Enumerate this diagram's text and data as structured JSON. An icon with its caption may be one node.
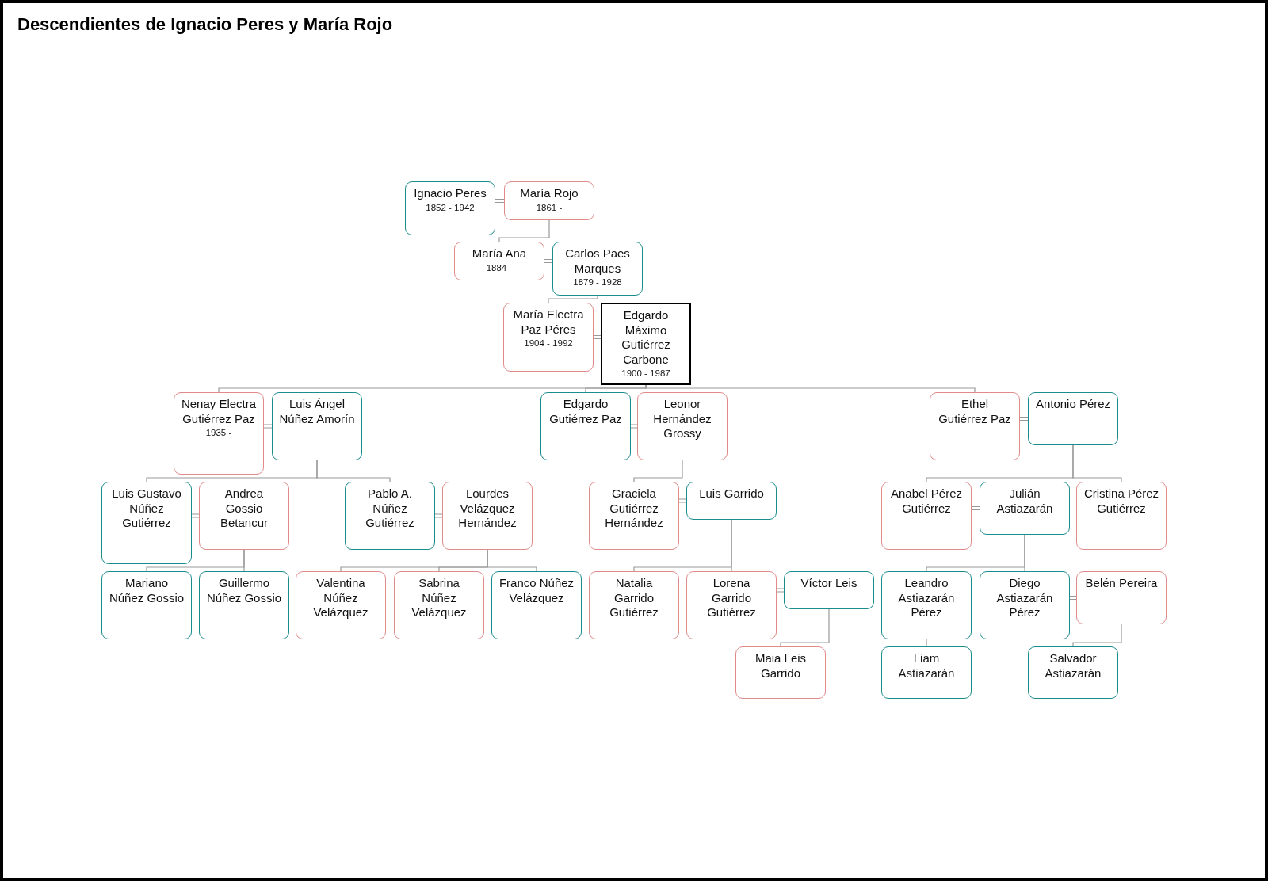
{
  "diagram": {
    "title": "Descendientes de Ignacio Peres y María Rojo",
    "nodes": [
      {
        "text": [
          "Ignacio Peres",
          "1852 - 1942"
        ]
      },
      {
        "text": [
          "María Rojo",
          "1861 -"
        ]
      },
      {
        "text": [
          "María Ana",
          "1884 -"
        ]
      },
      {
        "text": [
          "Carlos Paes Marques",
          "1879 - 1928"
        ]
      },
      {
        "text": [
          "María Electra Paz Péres",
          "1904 - 1992"
        ]
      },
      {
        "text": [
          "Edgardo Máximo Gutiérrez Carbone",
          "1900 - 1987"
        ]
      },
      {
        "text": [
          "Nenay Electra Gutiérrez Paz",
          "1935 -"
        ]
      },
      {
        "text": [
          "Luis Ángel Núñez Amorín"
        ]
      },
      {
        "text": [
          "Edgardo Gutiérrez Paz"
        ]
      },
      {
        "text": [
          "Leonor Hernández Grossy"
        ]
      },
      {
        "text": [
          "Ethel Gutiérrez Paz"
        ]
      },
      {
        "text": [
          "Antonio Pérez"
        ]
      },
      {
        "text": [
          "Luis Gustavo Núñez Gutiérrez"
        ]
      },
      {
        "text": [
          "Andrea Gossio Betancur"
        ]
      },
      {
        "text": [
          "Pablo A. Núñez Gutiérrez"
        ]
      },
      {
        "text": [
          "Lourdes Velázquez Hernández"
        ]
      },
      {
        "text": [
          "Graciela Gutiérrez Hernández"
        ]
      },
      {
        "text": [
          "Luis Garrido"
        ]
      },
      {
        "text": [
          "Anabel Pérez Gutiérrez"
        ]
      },
      {
        "text": [
          "Julián Astiazarán"
        ]
      },
      {
        "text": [
          "Cristina Pérez Gutiérrez"
        ]
      },
      {
        "text": [
          "Mariano Núñez Gossio"
        ]
      },
      {
        "text": [
          "Guillermo Núñez Gossio"
        ]
      },
      {
        "text": [
          "Valentina Núñez Velázquez"
        ]
      },
      {
        "text": [
          "Sabrina Núñez Velázquez"
        ]
      },
      {
        "text": [
          "Franco Núñez Velázquez"
        ]
      },
      {
        "text": [
          "Natalia Garrido Gutiérrez"
        ]
      },
      {
        "text": [
          "Lorena Garrido Gutiérrez"
        ]
      },
      {
        "text": [
          "Víctor Leis"
        ]
      },
      {
        "text": [
          "Leandro Astiazarán Pérez"
        ]
      },
      {
        "text": [
          "Diego Astiazarán Pérez"
        ]
      },
      {
        "text": [
          "Belén Pereira"
        ]
      },
      {
        "text": [
          "Maia Leis Garrido"
        ]
      },
      {
        "text": [
          "Liam Astiazarán"
        ]
      },
      {
        "text": [
          "Salvador Astiazarán"
        ]
      }
    ],
    "edges": [
      {
        "from": 0,
        "to": 1,
        "arrow": "none"
      },
      {
        "from": 2,
        "to": 3,
        "arrow": "none"
      },
      {
        "from": 4,
        "to": 5,
        "arrow": "none"
      },
      {
        "from": 6,
        "to": 7,
        "arrow": "none"
      },
      {
        "from": 8,
        "to": 9,
        "arrow": "none"
      },
      {
        "from": 10,
        "to": 11,
        "arrow": "none"
      },
      {
        "from": 12,
        "to": 13,
        "arrow": "none"
      },
      {
        "from": 14,
        "to": 15,
        "arrow": "none"
      },
      {
        "from": 16,
        "to": 17,
        "arrow": "none"
      },
      {
        "from": 18,
        "to": 19,
        "arrow": "none"
      },
      {
        "from": 27,
        "to": 28,
        "arrow": "none"
      },
      {
        "from": 30,
        "to": 31,
        "arrow": "none"
      },
      {
        "from": 1,
        "to": 2,
        "arrow": "none"
      },
      {
        "from": 3,
        "to": 4,
        "arrow": "none"
      },
      {
        "from": 5,
        "to": 6,
        "arrow": "none"
      },
      {
        "from": 5,
        "to": 8,
        "arrow": "none"
      },
      {
        "from": 5,
        "to": 10,
        "arrow": "none"
      },
      {
        "from": 7,
        "to": 12,
        "arrow": "none"
      },
      {
        "from": 7,
        "to": 14,
        "arrow": "none"
      },
      {
        "from": 9,
        "to": 16,
        "arrow": "none"
      },
      {
        "from": 11,
        "to": 18,
        "arrow": "none"
      },
      {
        "from": 11,
        "to": 20,
        "arrow": "none"
      },
      {
        "from": 13,
        "to": 21,
        "arrow": "none"
      },
      {
        "from": 13,
        "to": 22,
        "arrow": "none"
      },
      {
        "from": 15,
        "to": 23,
        "arrow": "none"
      },
      {
        "from": 15,
        "to": 24,
        "arrow": "none"
      },
      {
        "from": 15,
        "to": 25,
        "arrow": "none"
      },
      {
        "from": 17,
        "to": 26,
        "arrow": "none"
      },
      {
        "from": 17,
        "to": 27,
        "arrow": "none"
      },
      {
        "from": 19,
        "to": 29,
        "arrow": "none"
      },
      {
        "from": 19,
        "to": 30,
        "arrow": "none"
      },
      {
        "from": 28,
        "to": 32,
        "arrow": "none"
      },
      {
        "from": 29,
        "to": 33,
        "arrow": "none"
      },
      {
        "from": 31,
        "to": 34,
        "arrow": "none"
      }
    ]
  }
}
